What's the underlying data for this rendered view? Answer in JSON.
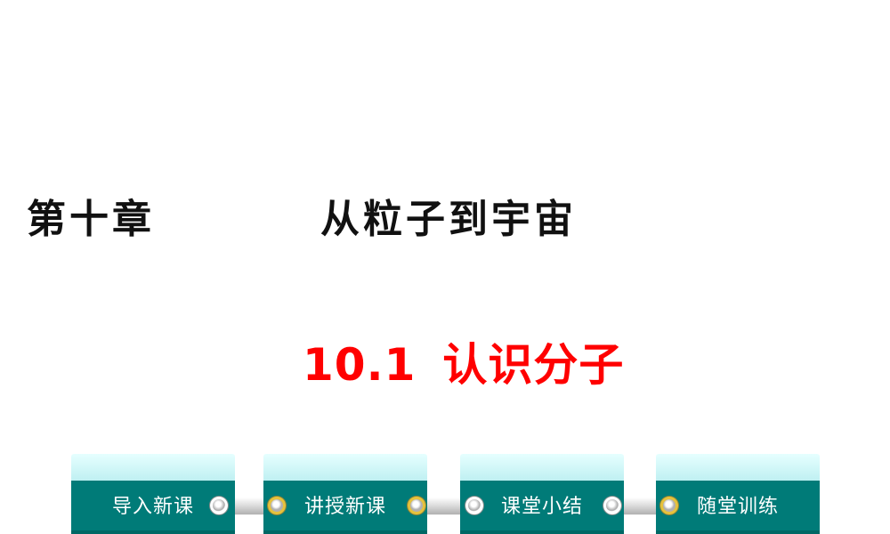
{
  "chapter": {
    "number": "第十章",
    "title": "从粒子到宇宙"
  },
  "section": {
    "code": "10.1",
    "title": "认识分子"
  },
  "nav": {
    "buttons": [
      {
        "label": "导入新课"
      },
      {
        "label": "讲授新课"
      },
      {
        "label": "课堂小结"
      },
      {
        "label": "随堂训练"
      }
    ]
  },
  "colors": {
    "section_title": "#ff0000",
    "button_fill": "#007b78",
    "button_top": "#c6f3f5",
    "connector_accent": "#e6c23c"
  }
}
